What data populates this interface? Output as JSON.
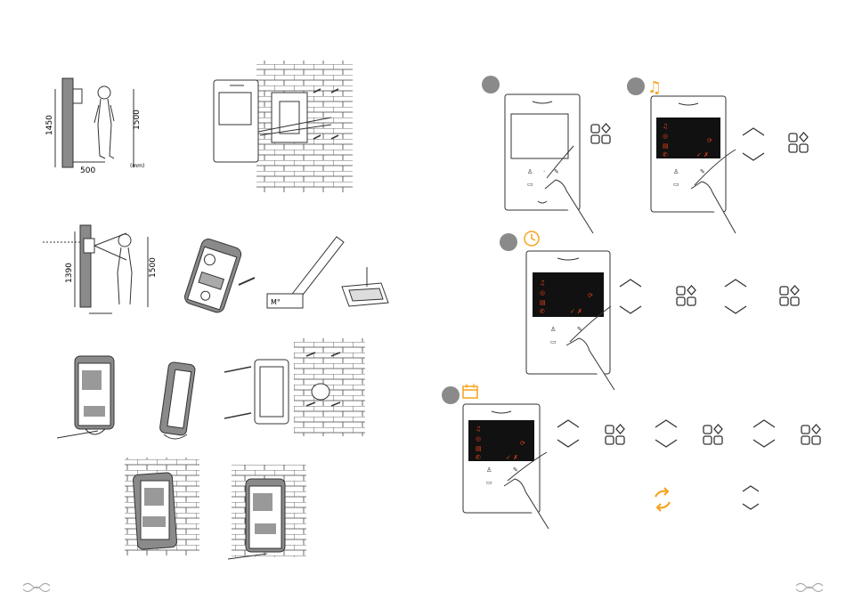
{
  "left_page": {
    "fig1": {
      "dim_side": "1450",
      "dim_bottom": "500",
      "dim_right": "1500",
      "unit": "(mm)"
    },
    "fig2": {
      "dim_side": "1390",
      "dim_right": "1500"
    },
    "nameplate_text": "M°"
  },
  "right_page": {
    "steps": [
      {
        "label": "",
        "icon": ""
      },
      {
        "label": "",
        "icon": "music-note-icon"
      },
      {
        "label": "",
        "icon": "clock-icon"
      },
      {
        "label": "",
        "icon": "calendar-icon"
      }
    ],
    "colors": {
      "accent": "#f6a21a",
      "screen": "#111111",
      "menu": "#e8421c",
      "step_circle": "#8a8a8a"
    }
  }
}
